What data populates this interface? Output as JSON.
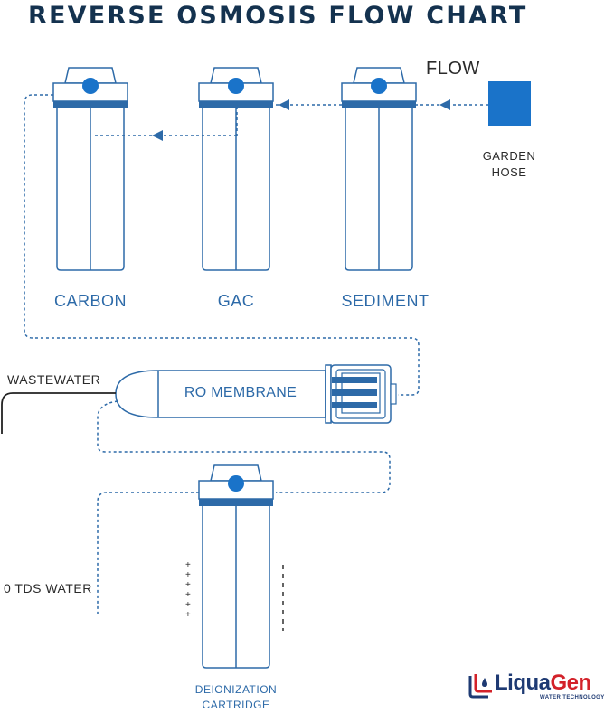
{
  "title": "REVERSE OSMOSIS FLOW CHART",
  "flow_label": "FLOW",
  "source": {
    "line1": "GARDEN",
    "line2": "HOSE"
  },
  "filters": {
    "carbon": "CARBON",
    "gac": "GAC",
    "sediment": "SEDIMENT"
  },
  "membrane_label": "RO MEMBRANE",
  "wastewater_label": "WASTEWATER",
  "output_label": "0 TDS WATER",
  "deionization": {
    "line1": "DEIONIZATION",
    "line2": "CARTRIDGE"
  },
  "logo": {
    "brand_part1": "Liqua",
    "brand_part2": "Gen",
    "tagline": "WATER TECHNOLOGY"
  },
  "charge_symbols": {
    "positive": "+",
    "negative": "-"
  },
  "colors": {
    "accent": "#2d6aa8",
    "flow_dot": "#1a73c9",
    "title": "#14324f",
    "brand_red": "#d3222a",
    "brand_blue": "#1e3a73"
  }
}
